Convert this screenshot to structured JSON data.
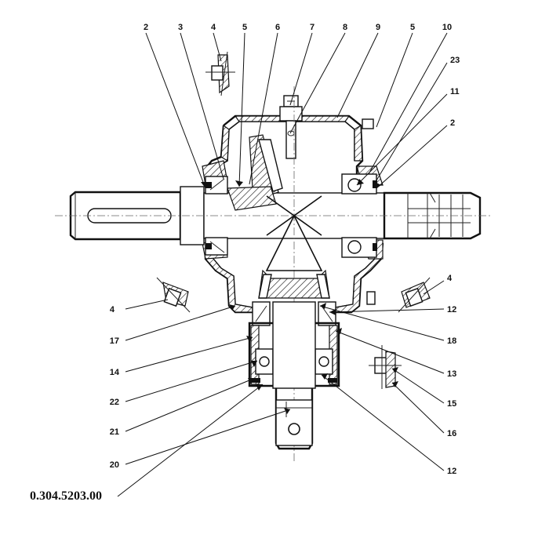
{
  "drawing": {
    "part_number": "0.304.5203.00"
  },
  "callouts_top": [
    "2",
    "3",
    "4",
    "5",
    "6",
    "7",
    "8",
    "9",
    "5",
    "10"
  ],
  "callouts_right": [
    "23",
    "11",
    "2",
    "4",
    "12",
    "18",
    "13",
    "15",
    "16",
    "12"
  ],
  "callouts_left": [
    "4",
    "17",
    "14",
    "22",
    "21",
    "20"
  ]
}
